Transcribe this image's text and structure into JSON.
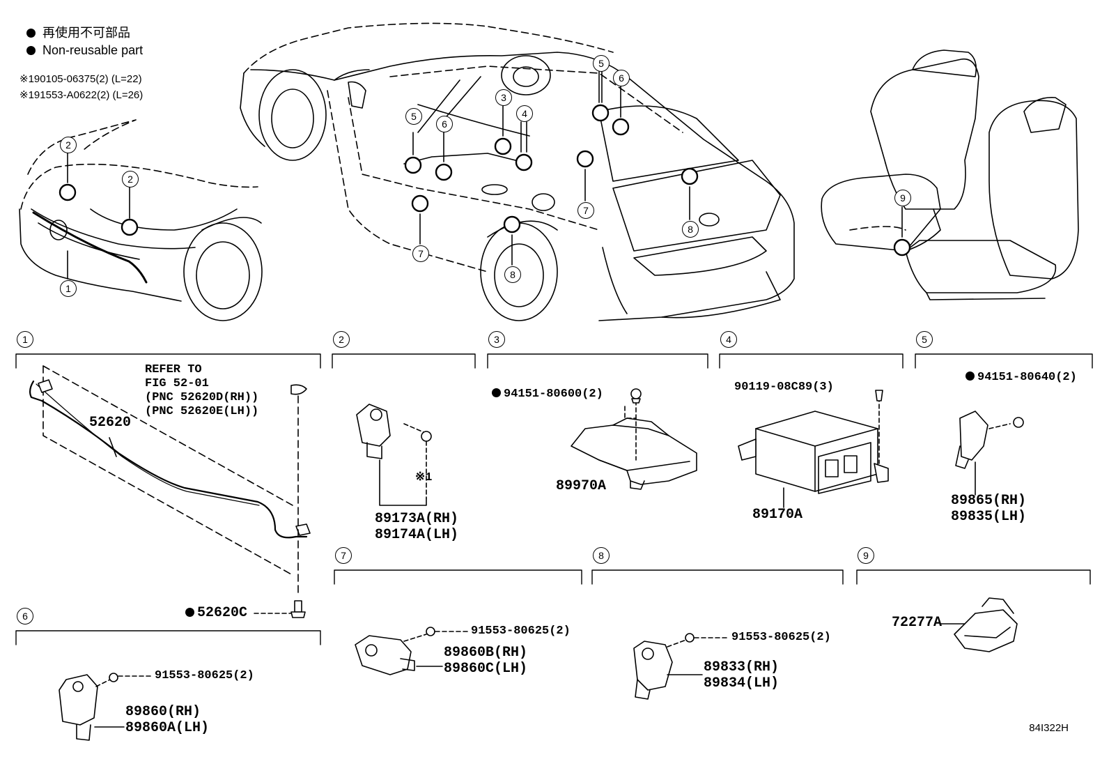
{
  "legend": {
    "jp": "再使用不可部品",
    "en": "Non-reusable part"
  },
  "notes": [
    "※190105-06375(2)  (L=22)",
    "※191553-A0622(2)  (L=26)"
  ],
  "callouts": [
    "1",
    "2",
    "3",
    "4",
    "5",
    "6",
    "7",
    "8",
    "9"
  ],
  "sections": {
    "s1": {
      "num": "1",
      "refer": [
        "REFER TO",
        "FIG 52-01",
        "(PNC 52620D(RH))",
        "(PNC 52620E(LH))"
      ],
      "part": "52620",
      "clip": "52620C"
    },
    "s2": {
      "num": "2",
      "mark": "※1",
      "part_rh": "89173A(RH)",
      "part_lh": "89174A(LH)"
    },
    "s3": {
      "num": "3",
      "bolt": "94151-80600(2)",
      "part": "89970A"
    },
    "s4": {
      "num": "4",
      "bolt": "90119-08C89(3)",
      "part": "89170A"
    },
    "s5": {
      "num": "5",
      "bolt": "94151-80640(2)",
      "part_rh": "89865(RH)",
      "part_lh": "89835(LH)"
    },
    "s6": {
      "num": "6",
      "bolt": "91553-80625(2)",
      "part_rh": "89860(RH)",
      "part_lh": "89860A(LH)"
    },
    "s7": {
      "num": "7",
      "bolt": "91553-80625(2)",
      "part_rh": "89860B(RH)",
      "part_lh": "89860C(LH)"
    },
    "s8": {
      "num": "8",
      "bolt": "91553-80625(2)",
      "part_rh": "89833(RH)",
      "part_lh": "89834(LH)"
    },
    "s9": {
      "num": "9",
      "part": "72277A"
    }
  },
  "figure_code": "84I322H"
}
